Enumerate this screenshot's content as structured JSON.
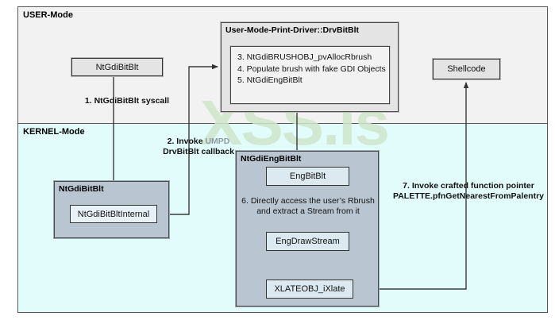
{
  "diagram": {
    "watermark": "XSS.is",
    "panels": [
      {
        "id": "user",
        "label": "USER-Mode",
        "fill": "#f2f2f2"
      },
      {
        "id": "kernel",
        "label": "KERNEL-Mode",
        "fill": "#e2fbfb"
      }
    ],
    "nodes": {
      "ntgdibitblt_user": "NtGdiBitBlt",
      "umpd_group_title": "User-Mode-Print-Driver::DrvBitBlt",
      "umpd_steps": [
        "3. NtGdiBRUSHOBJ_pvAllocRbrush",
        "4. Populate brush with fake GDI Objects",
        "5. NtGdiEngBitBlt"
      ],
      "shellcode": "Shellcode",
      "ntgdibitblt_group_title": "NtGdiBitBlt",
      "ntgdibitbltinternal": "NtGdiBitBltInternal",
      "ntgdiengbitblt_group_title": "NtGdiEngBitBlt",
      "engbitblt": "EngBitBlt",
      "engdrawstream": "EngDrawStream",
      "xlateobj_ixlate": "XLATEOBJ_iXlate"
    },
    "labels": {
      "step1": "1. NtGdiBitBlt syscall",
      "step2_line1_pre": "2. Invoke ",
      "step2_line1_umpd": "UMPD",
      "step2_line2": "DrvBitBlt callback",
      "step6_line1": "6. Directly access the user’s Rbrush",
      "step6_line2": "and extract a Stream from it",
      "step7_line1": "7. Invoke crafted function pointer",
      "step7_line2": "PALETTE.pfnGetNearestFromPalentry"
    },
    "colors": {
      "user_panel": "#f2f2f2",
      "kernel_panel": "#e2fbfb",
      "group_gray": "#e4e4e4",
      "group_blue_gray": "#b9c6d1",
      "box_blue": "#dde9f1",
      "watermark": "#cfe7cb",
      "line": "#3a3a3a"
    }
  }
}
